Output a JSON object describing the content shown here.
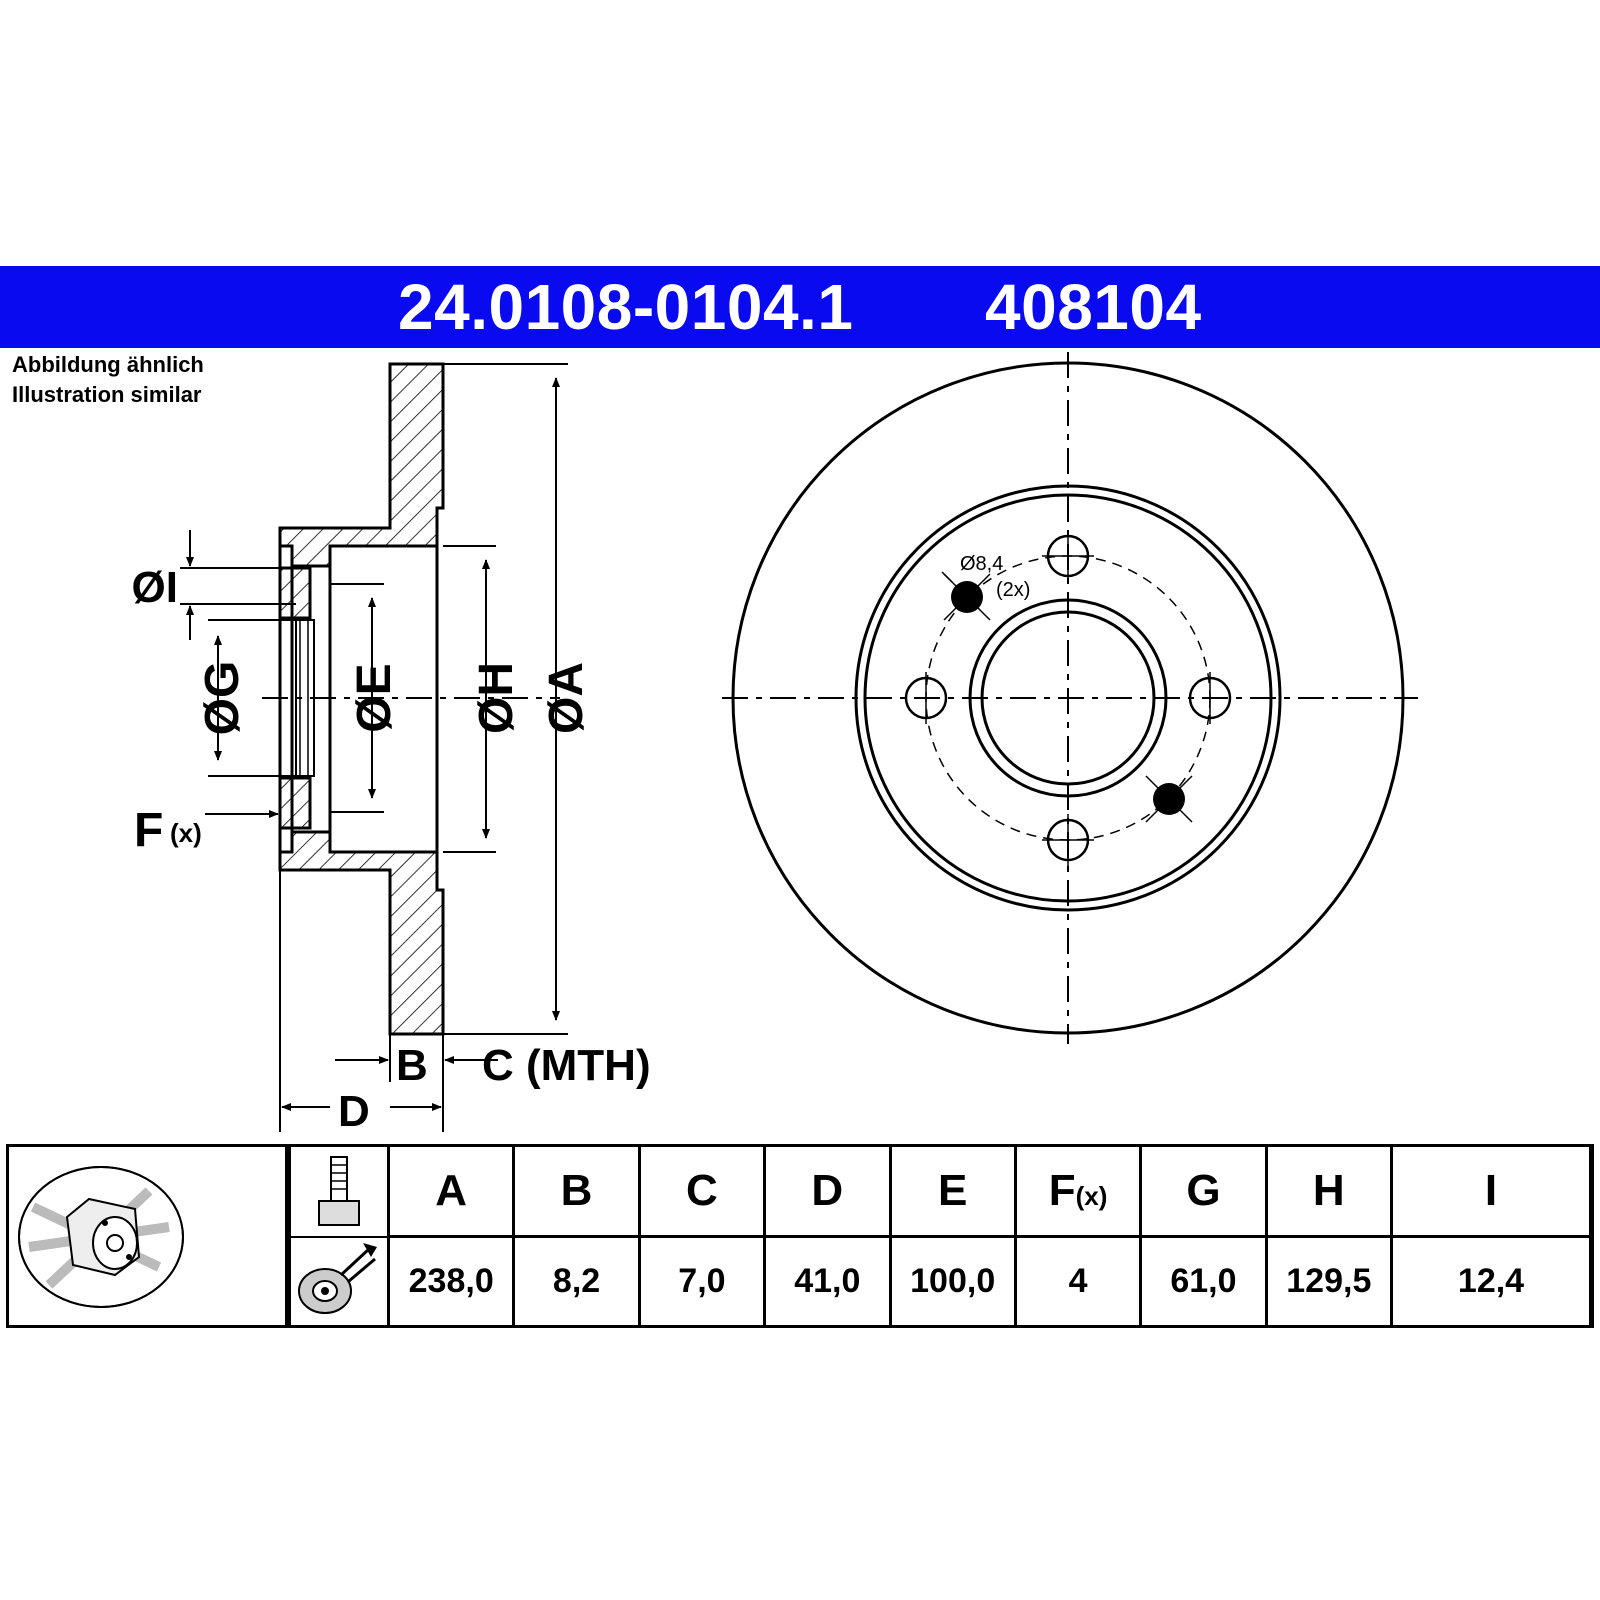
{
  "header": {
    "part_number": "24.0108-0104.1",
    "ref_number": "408104",
    "banner_color": "#0a0af0"
  },
  "notes": {
    "de": "Abbildung ähnlich",
    "en": "Illustration similar"
  },
  "drawing": {
    "labels": {
      "I": "ØI",
      "G": "ØG",
      "E": "ØE",
      "H": "ØH",
      "A": "ØA",
      "F": "F",
      "F_sub": "(x)",
      "B": "B",
      "C": "C (MTH)",
      "D": "D",
      "hole": "Ø8,4",
      "hole_count": "(2x)"
    }
  },
  "spec_table": {
    "columns": [
      "A",
      "B",
      "C",
      "D",
      "E",
      "F",
      "G",
      "H",
      "I"
    ],
    "f_suffix": "(x)",
    "values": [
      "238,0",
      "8,2",
      "7,0",
      "41,0",
      "100,0",
      "4",
      "61,0",
      "129,5",
      "12,4"
    ]
  },
  "icons": [
    "brake-disc-icon",
    "wheel-bolt-icon",
    "hub-mounting-icon"
  ]
}
